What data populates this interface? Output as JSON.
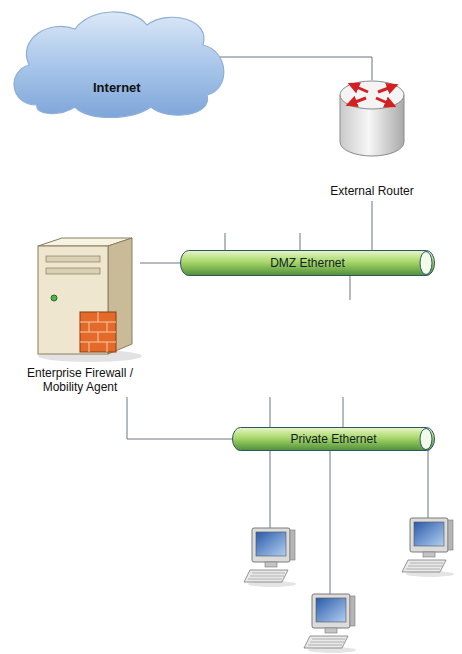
{
  "diagram": {
    "nodes": [
      {
        "text": [
          "Internet"
        ]
      },
      {
        "text": [
          "External Router"
        ]
      },
      {
        "text": [
          "DMZ Ethernet"
        ]
      },
      {
        "text": [
          "Enterprise Firewall / Mobility Agent"
        ]
      },
      {
        "text": [
          "Private Ethernet"
        ]
      }
    ],
    "edges": [
      {
        "from": 0,
        "to": 1,
        "arrow": "none"
      },
      {
        "from": 1,
        "to": 2,
        "arrow": "none"
      },
      {
        "from": 3,
        "to": 2,
        "arrow": "none"
      },
      {
        "from": 3,
        "to": 4,
        "arrow": "none"
      }
    ]
  }
}
